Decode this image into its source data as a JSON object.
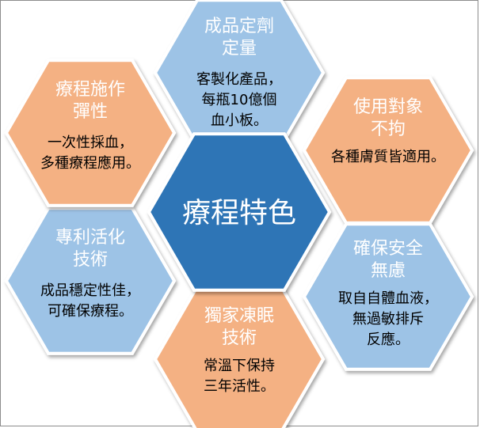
{
  "center": {
    "title": "療程特色",
    "color": "#2e75b6"
  },
  "hexes": [
    {
      "id": "top",
      "title_lines": [
        "成品定劑",
        "定量"
      ],
      "body_lines": [
        "客製化產品，",
        "每瓶10億個",
        "血小板。"
      ],
      "color": "#9dc3e6"
    },
    {
      "id": "top-right",
      "title_lines": [
        "使用對象",
        "不拘"
      ],
      "body_lines": [
        "各種膚質皆適用。"
      ],
      "color": "#f4b183"
    },
    {
      "id": "bottom-right",
      "title_lines": [
        "確保安全",
        "無慮"
      ],
      "body_lines": [
        "取自自體血液，",
        "無過敏排斥",
        "反應。"
      ],
      "color": "#9dc3e6"
    },
    {
      "id": "bottom",
      "title_lines": [
        "獨家凍眠",
        "技術"
      ],
      "body_lines": [
        "常溫下保持",
        "三年活性。"
      ],
      "color": "#f4b183"
    },
    {
      "id": "bottom-left",
      "title_lines": [
        "專利活化",
        "技術"
      ],
      "body_lines": [
        "成品穩定性佳，",
        "可確保療程。"
      ],
      "color": "#9dc3e6"
    },
    {
      "id": "top-left",
      "title_lines": [
        "療程施作",
        "彈性"
      ],
      "body_lines": [
        "一次性採血，",
        "多種療程應用。"
      ],
      "color": "#f4b183"
    }
  ]
}
